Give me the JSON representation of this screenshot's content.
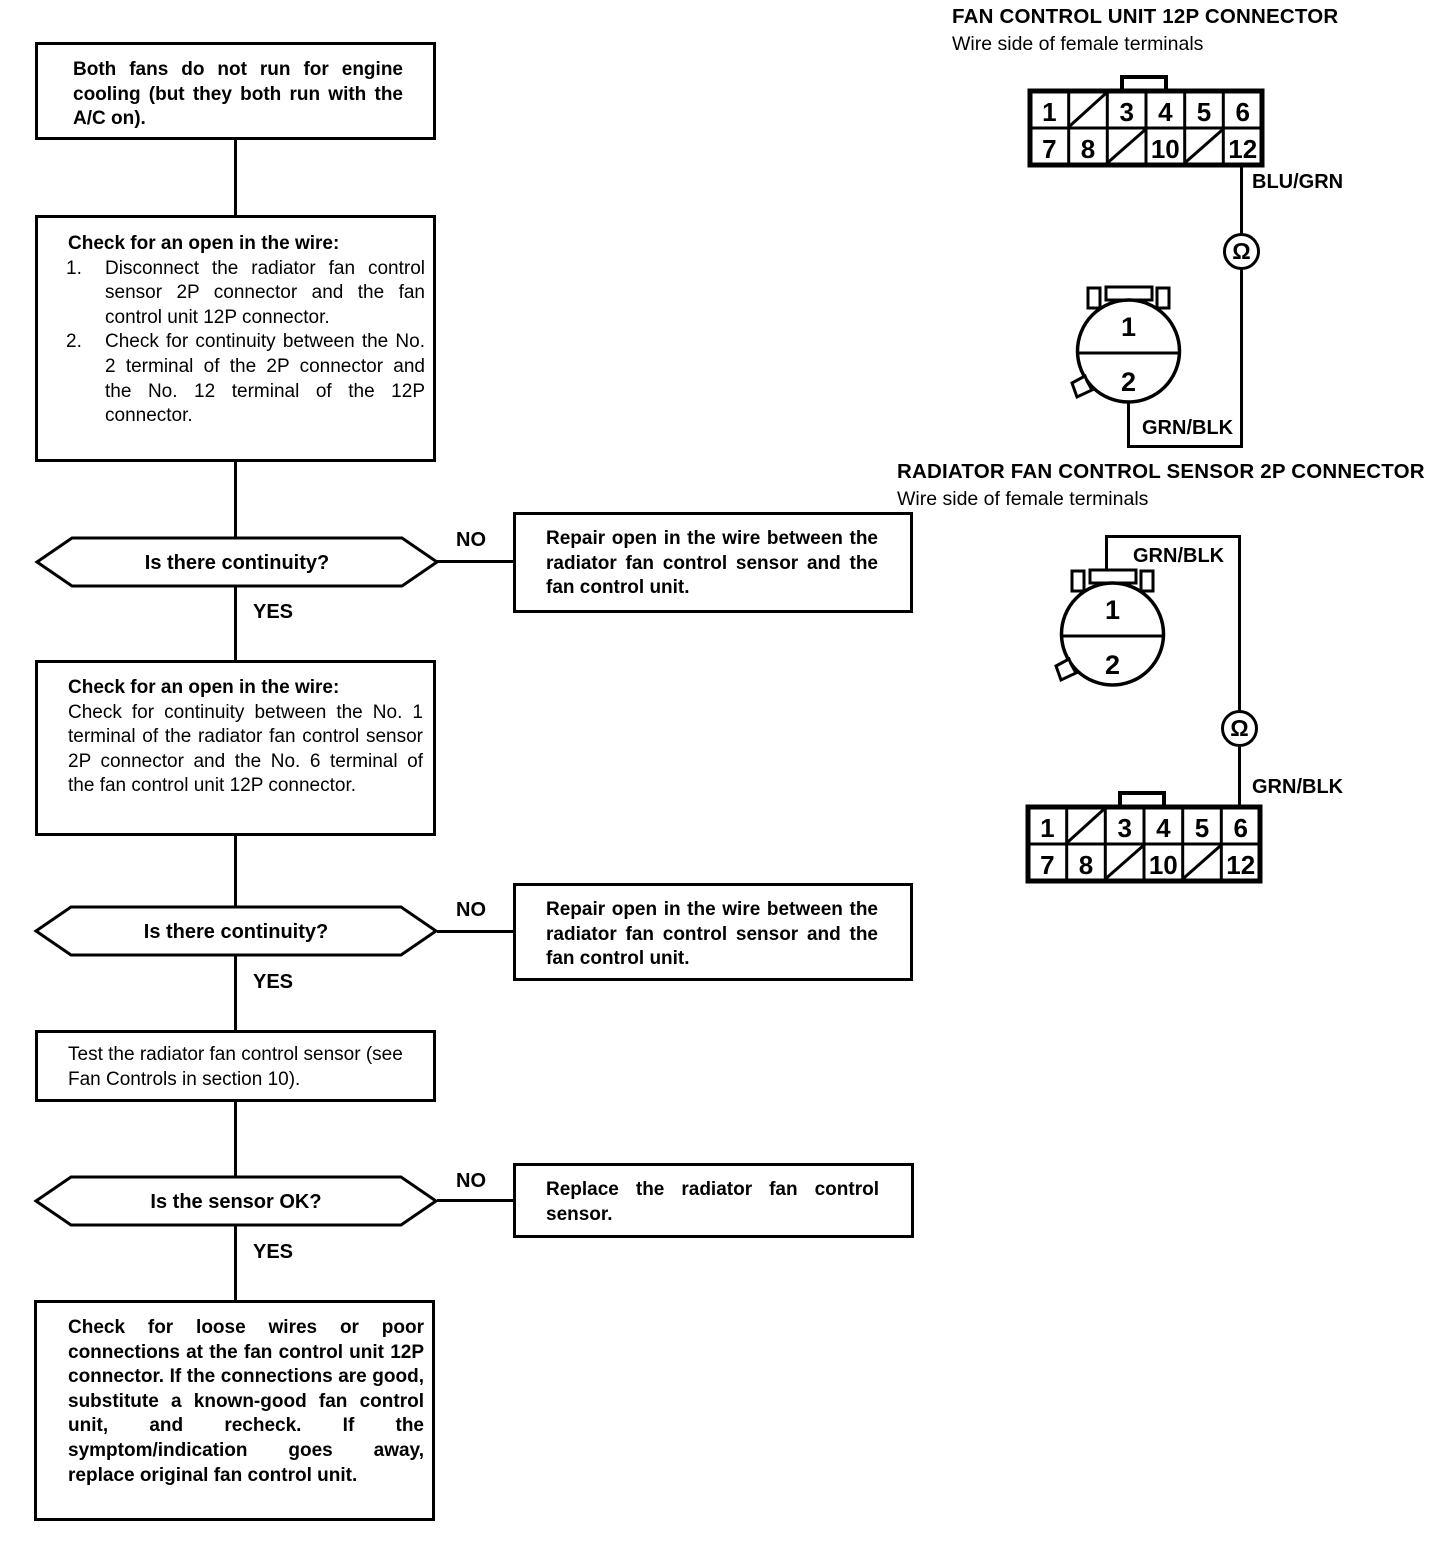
{
  "flow": {
    "symptom": "Both fans do not run for engine cooling (but they both run with the A/C on).",
    "step1": {
      "heading": "Check for an open in the wire:",
      "items": [
        {
          "num": "1.",
          "text": "Disconnect the radiator fan control sensor 2P connector and the fan control unit 12P connector."
        },
        {
          "num": "2.",
          "text": "Check for continuity between the No. 2 terminal of the 2P connector and the No. 12 terminal of the 12P connector."
        }
      ]
    },
    "decision1": "Is there continuity?",
    "repair1": "Repair open in the wire between the radiator fan control sensor and the fan control unit.",
    "step2": {
      "heading": "Check for an open in the wire:",
      "body": "Check for continuity between the No. 1 terminal of the radiator fan control sensor 2P connector and the No. 6 terminal of the fan control unit 12P connector."
    },
    "decision2": "Is there continuity?",
    "repair2": "Repair open in the wire between the radiator fan control sensor and the fan control unit.",
    "step3": "Test the radiator fan control sensor (see Fan Controls in section 10).",
    "decision3": "Is the sensor OK?",
    "repair3": "Replace the radiator fan control sensor.",
    "final": "Check for loose wires or poor connections at the fan control unit 12P connector. If the connections are good, substitute a known-good fan control unit, and recheck. If the symptom/indication goes away, replace original fan control unit.",
    "yes_label": "YES",
    "no_label": "NO"
  },
  "connectors": {
    "unit": {
      "title": "FAN CONTROL UNIT 12P CONNECTOR",
      "subtitle": "Wire side of female terminals"
    },
    "sensor": {
      "title": "RADIATOR FAN CONTROL SENSOR 2P CONNECTOR",
      "subtitle": "Wire side of female terminals"
    },
    "grid12p": {
      "top": [
        "1",
        "",
        "3",
        "4",
        "5",
        "6"
      ],
      "bottom": [
        "7",
        "8",
        "",
        "10",
        "",
        "12"
      ]
    },
    "round2p": {
      "terminals": [
        "1",
        "2"
      ]
    },
    "wire_labels": {
      "blu_grn": "BLU/GRN",
      "grn_blk": "GRN/BLK"
    },
    "ohm_symbol": "Ω"
  },
  "colors": {
    "ink": "#000000",
    "paper": "#ffffff"
  }
}
